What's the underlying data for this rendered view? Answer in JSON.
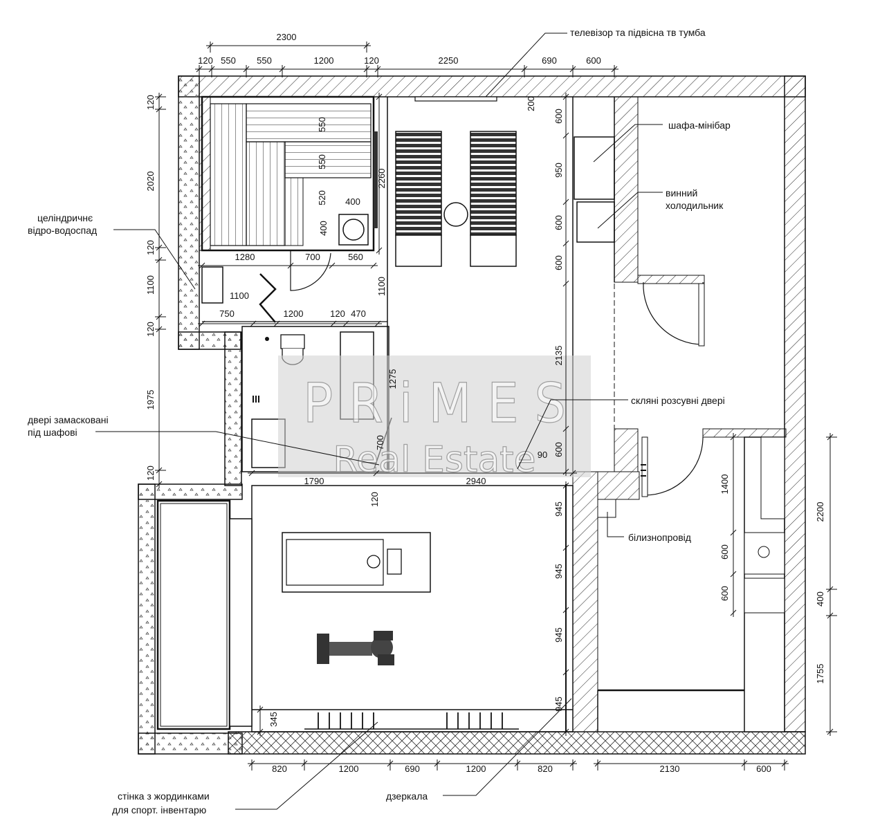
{
  "watermark": {
    "line1": "P R i M E S",
    "line2": "Real Estate"
  },
  "labels": {
    "tv": "телевізор та підвісна тв тумба",
    "minibar": "шафа-мінібар",
    "wine_fridge_1": "винний",
    "wine_fridge_2": "холодильник",
    "bucket_1": "целіндричнє",
    "bucket_2": "відро-водоспад",
    "glass_doors": "скляні розсувні двері",
    "masked_doors_1": "двері замасковані",
    "masked_doors_2": "під шафові",
    "laundry": "білизнопровід",
    "wall_bars_1": "стінка з жординками",
    "wall_bars_2": "для спорт. інвентарю",
    "mirrors": "дзеркала"
  },
  "dims": {
    "top_total": "2300",
    "top": [
      "120",
      "550",
      "550",
      "1200",
      "120",
      "2250",
      "690",
      "600"
    ],
    "left": [
      "120",
      "2020",
      "120",
      "1100",
      "120",
      "1975",
      "120"
    ],
    "sauna_right": "2260",
    "bench_1": "550",
    "bench_2": "550",
    "bench_3": "520",
    "bucket_w": "400",
    "bucket_h": "400",
    "sauna_bottom": [
      "1280",
      "700",
      "560"
    ],
    "shower_w": "1100",
    "corridor": [
      "750",
      "1200",
      "120",
      "470"
    ],
    "corridor_h": "1100",
    "tv_depth": "200",
    "right_col": [
      "600",
      "950",
      "600",
      "600",
      "2135",
      "600"
    ],
    "bath_h": "1275",
    "door_700": "700",
    "door_90": "90",
    "gym_top": [
      "1790",
      "2940"
    ],
    "gym_left_120": "120",
    "gym_right": [
      "945",
      "945",
      "945",
      "945"
    ],
    "bars_345": "345",
    "bottom": [
      "820",
      "1200",
      "690",
      "1200",
      "820",
      "2130",
      "600"
    ],
    "far_right": [
      "2200",
      "400",
      "1755"
    ],
    "kitchen": [
      "1400",
      "600",
      "600"
    ]
  }
}
